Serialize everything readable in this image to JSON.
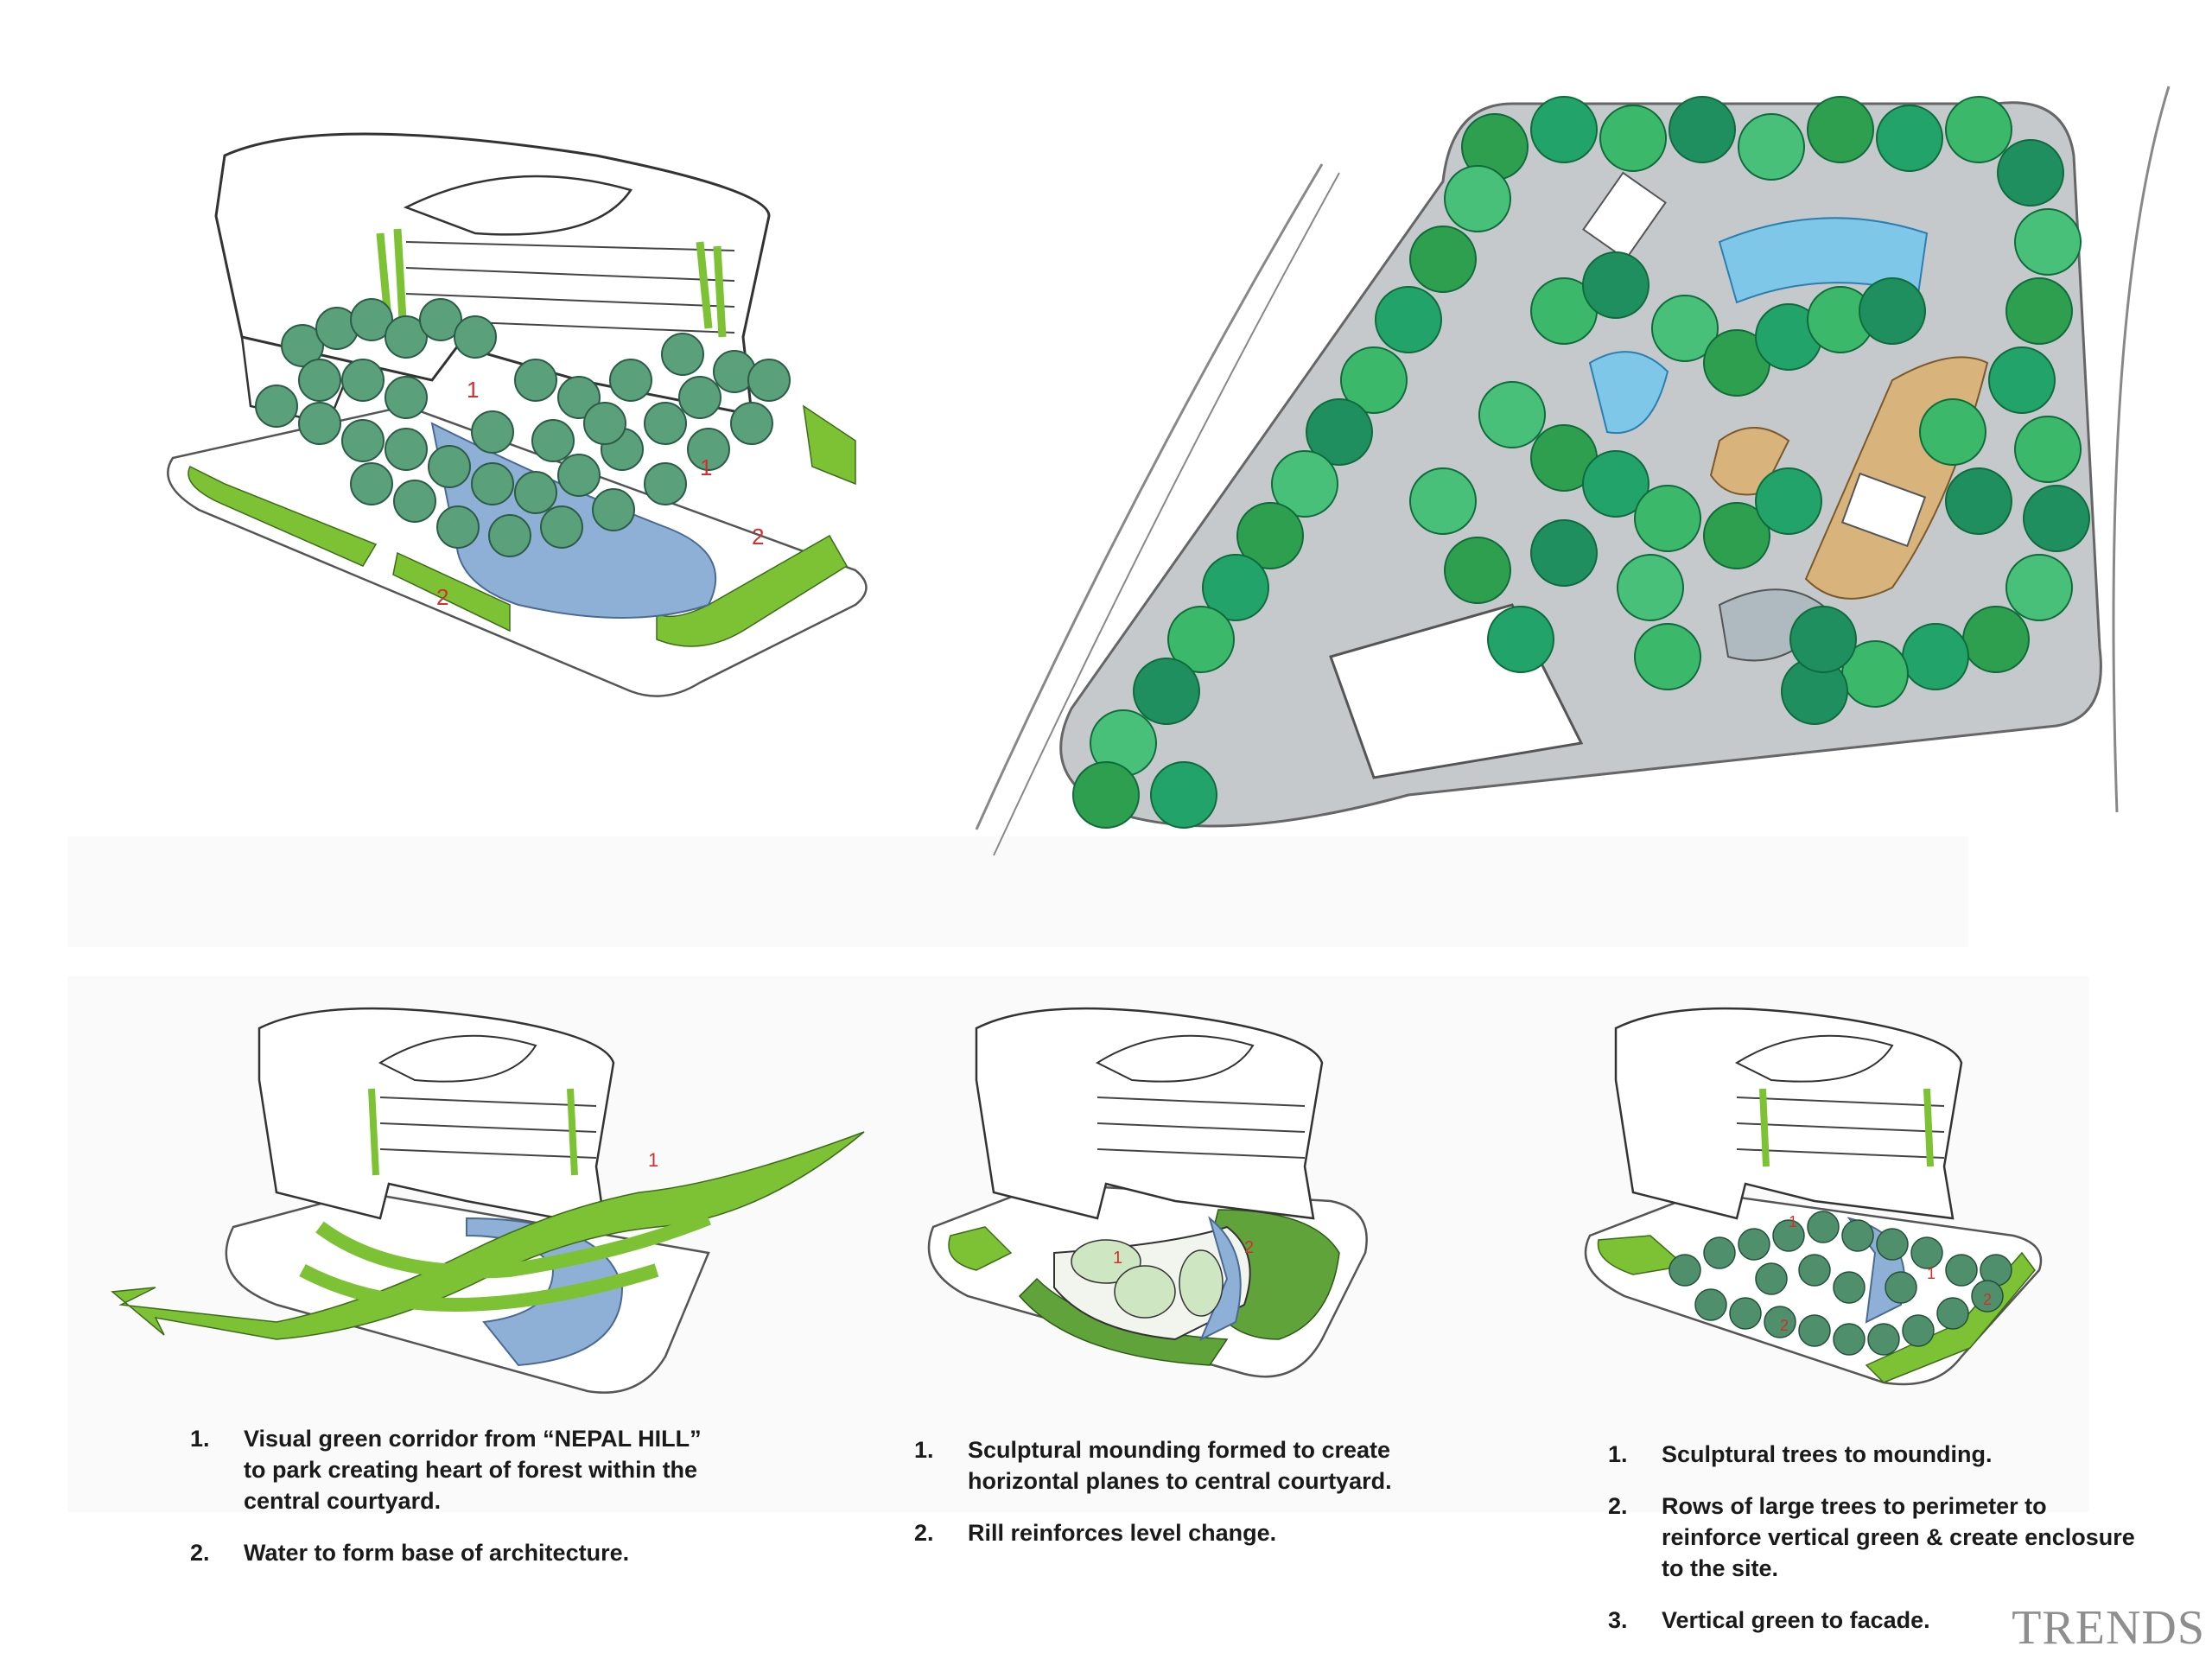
{
  "panels": {
    "main_axonometric": {
      "icon": "building-with-courtyard-forest",
      "markers": [
        "1",
        "1",
        "2",
        "2"
      ]
    },
    "site_plan": {
      "icon": "landscape-site-plan"
    },
    "step1": {
      "icon": "building-green-corridor",
      "markers": [
        "1"
      ],
      "notes": [
        {
          "num": "1.",
          "text": "Visual green corridor from “NEPAL HILL” to park creating heart of forest within the central courtyard."
        },
        {
          "num": "2.",
          "text": "Water to form base of architecture."
        }
      ]
    },
    "step2": {
      "icon": "building-sculptural-mounding",
      "markers": [
        "1",
        "2"
      ],
      "notes": [
        {
          "num": "1.",
          "text": "Sculptural mounding formed to create horizontal planes to central courtyard."
        },
        {
          "num": "2.",
          "text": "Rill reinforces level change."
        }
      ]
    },
    "step3": {
      "icon": "building-tree-enclosure",
      "markers": [
        "1",
        "1",
        "2",
        "2"
      ],
      "notes": [
        {
          "num": "1.",
          "text": "Sculptural trees to mounding."
        },
        {
          "num": "2.",
          "text": "Rows of large trees to perimeter to reinforce vertical green & create enclosure to the site."
        },
        {
          "num": "3.",
          "text": "Vertical green to facade."
        }
      ]
    }
  },
  "watermark": "TRENDS",
  "colors": {
    "lime": "#7cc234",
    "tree": "#4a9a72",
    "water": "#7f9fc9",
    "paving": "#bfc3c6",
    "deck": "#d8b47c",
    "marker": "#d03030"
  }
}
